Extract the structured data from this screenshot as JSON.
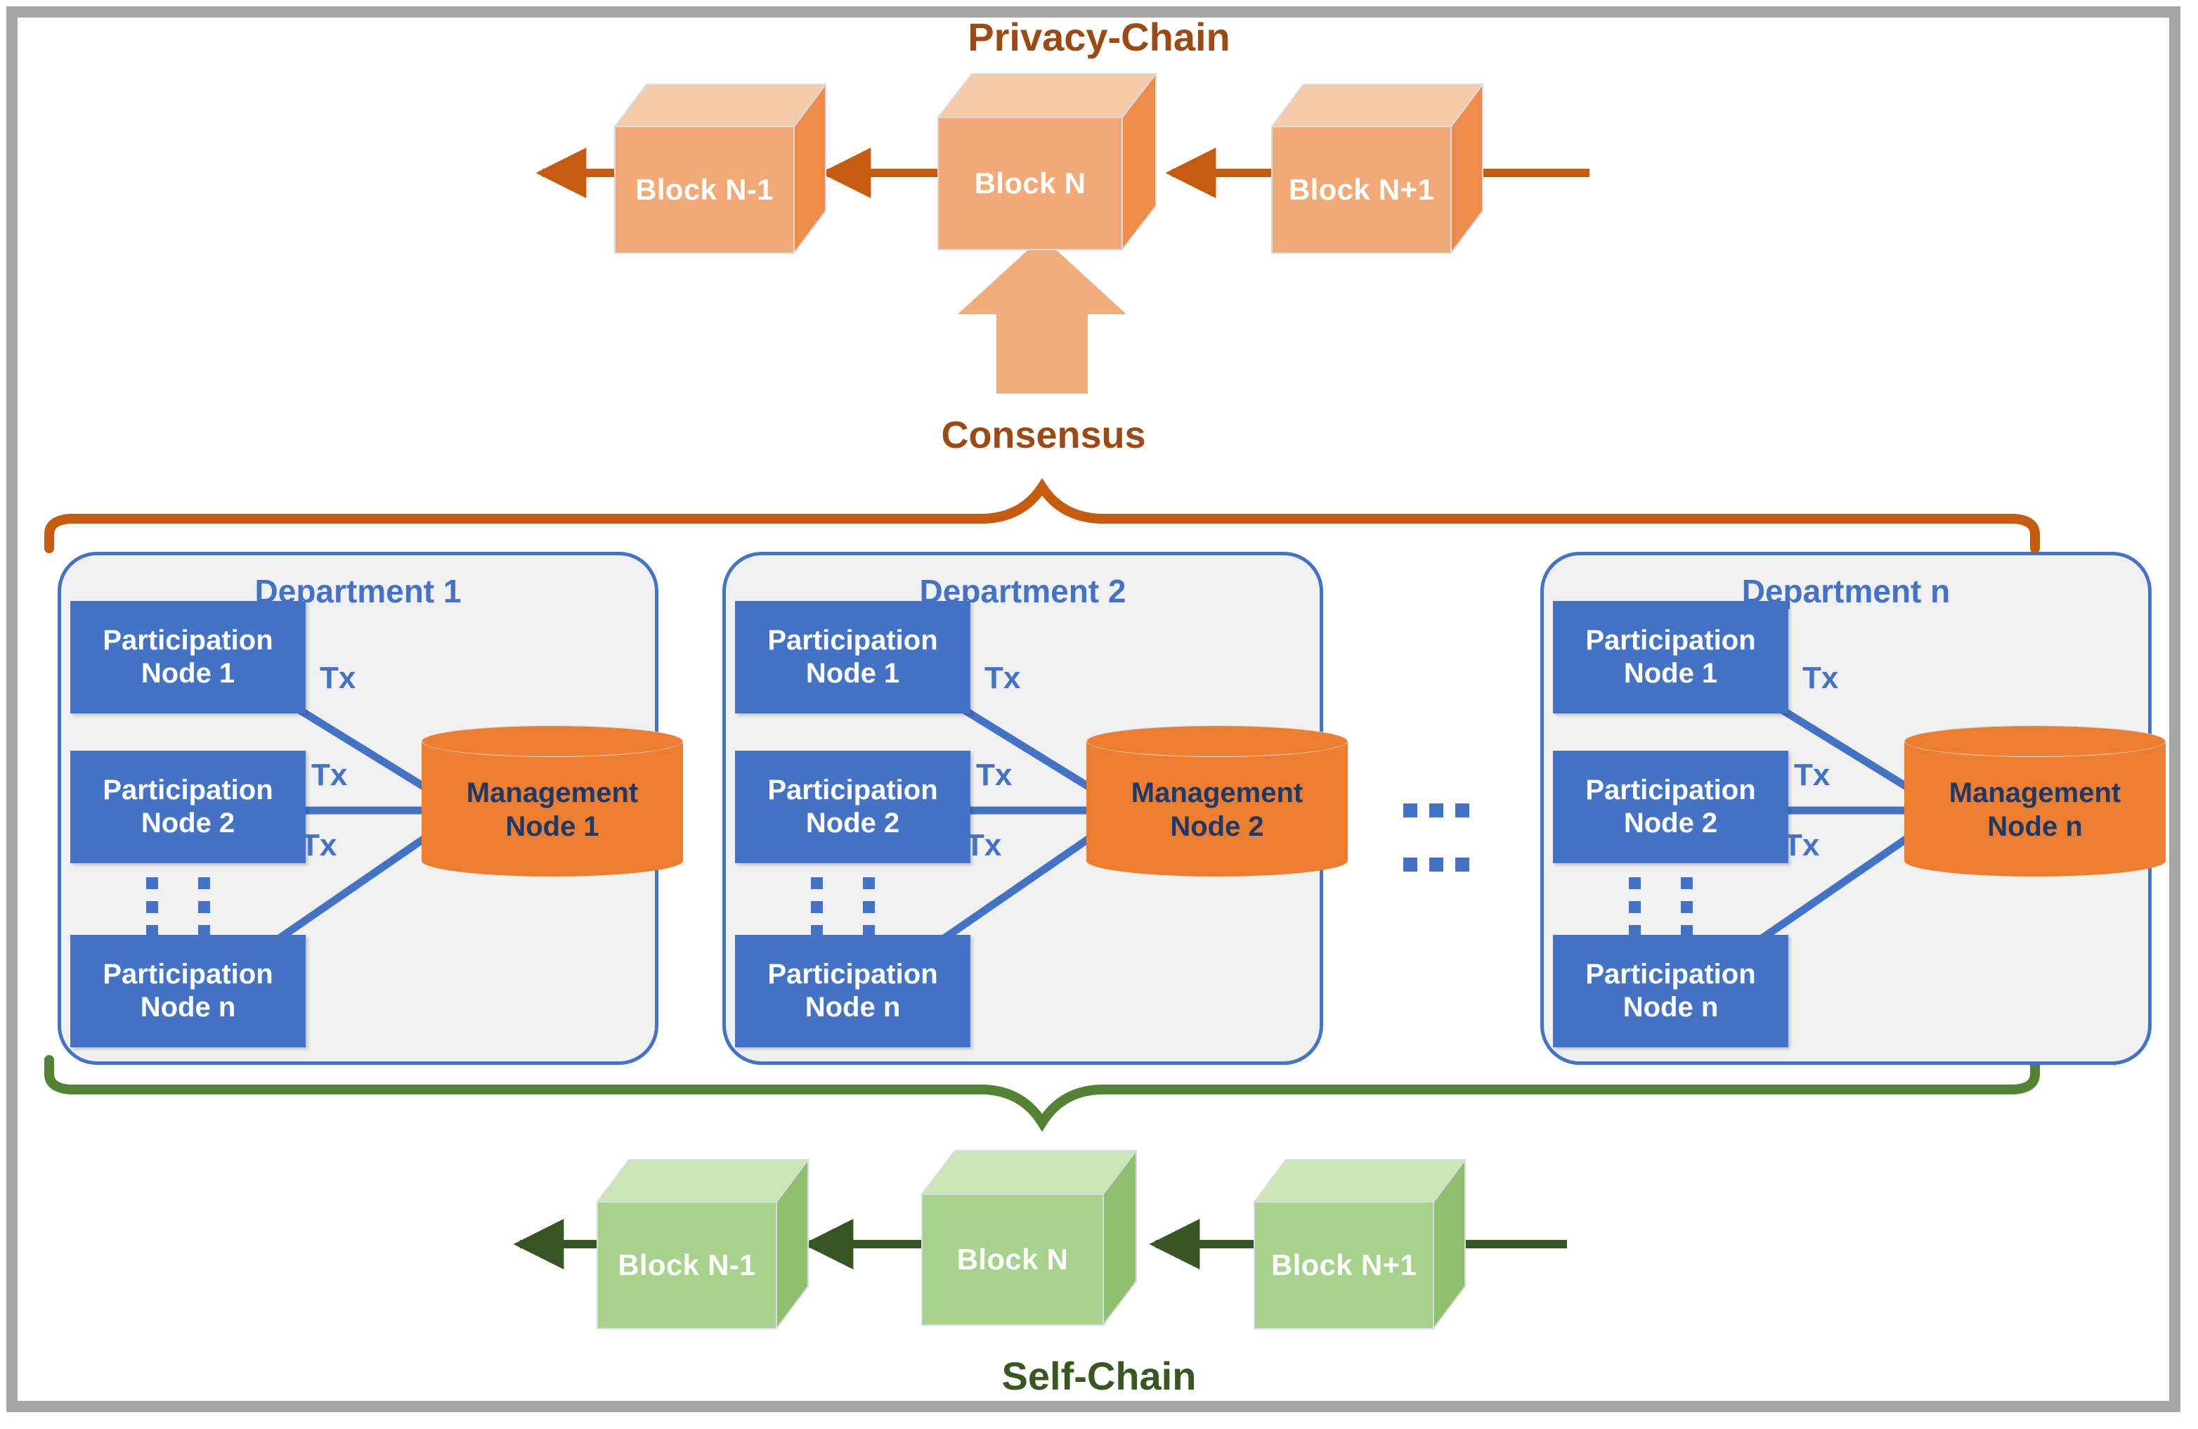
{
  "figure": {
    "privacy_chain": {
      "title": "Privacy-Chain",
      "title_color": "#9C4A15",
      "block_front_color": "#F0A977",
      "block_top_color": "#F8CBA8",
      "block_side_color": "#ED8C4D",
      "arrow_color": "#C55A11",
      "blocks": [
        {
          "label": "Block N-1"
        },
        {
          "label": "Block N"
        },
        {
          "label": "Block N+1"
        }
      ]
    },
    "consensus": {
      "label": "Consensus",
      "arrow_color": "#F2AD7D",
      "label_color": "#9C4A15"
    },
    "braces": {
      "top_color": "#C55A11",
      "bottom_color": "#548235"
    },
    "departments": [
      {
        "title": "Department 1",
        "border_color": "#4472C4",
        "fill_color": "#F0F0F0",
        "participation_nodes": [
          {
            "line1": "Participation",
            "line2": "Node 1"
          },
          {
            "line1": "Participation",
            "line2": "Node 2"
          },
          {
            "line1": "Participation",
            "line2": "Node n"
          }
        ],
        "vertical_ellipsis": "⋮ ⋮",
        "management_node": {
          "line1": "Management",
          "line2": "Node 1",
          "color": "#ED7D31",
          "text_color": "#1F3864"
        },
        "tx_labels": [
          "Tx",
          "Tx",
          "Tx"
        ]
      },
      {
        "title": "Department 2",
        "border_color": "#4472C4",
        "fill_color": "#F0F0F0",
        "participation_nodes": [
          {
            "line1": "Participation",
            "line2": "Node 1"
          },
          {
            "line1": "Participation",
            "line2": "Node 2"
          },
          {
            "line1": "Participation",
            "line2": "Node n"
          }
        ],
        "vertical_ellipsis": "⋮ ⋮",
        "management_node": {
          "line1": "Management",
          "line2": "Node 2",
          "color": "#ED7D31",
          "text_color": "#1F3864"
        },
        "tx_labels": [
          "Tx",
          "Tx",
          "Tx"
        ]
      },
      {
        "title": "Department n",
        "border_color": "#4472C4",
        "fill_color": "#F0F0F0",
        "participation_nodes": [
          {
            "line1": "Participation",
            "line2": "Node 1"
          },
          {
            "line1": "Participation",
            "line2": "Node 2"
          },
          {
            "line1": "Participation",
            "line2": "Node n"
          }
        ],
        "vertical_ellipsis": "⋮ ⋮",
        "management_node": {
          "line1": "Management",
          "line2": "Node n",
          "color": "#ED7D31",
          "text_color": "#1F3864"
        },
        "tx_labels": [
          "Tx",
          "Tx",
          "Tx"
        ]
      }
    ],
    "dept_gap_ellipsis": {
      "row1": "...",
      "row2": "...",
      "color": "#4472C4"
    },
    "self_chain": {
      "title": "Self-Chain",
      "title_color": "#385723",
      "block_front_color": "#A9D18E",
      "block_top_color": "#CBE5B5",
      "block_side_color": "#8FC06E",
      "arrow_color": "#375623",
      "blocks": [
        {
          "label": "Block N-1"
        },
        {
          "label": "Block N"
        },
        {
          "label": "Block N+1"
        }
      ]
    },
    "frame_color": "#A6A6A6"
  }
}
